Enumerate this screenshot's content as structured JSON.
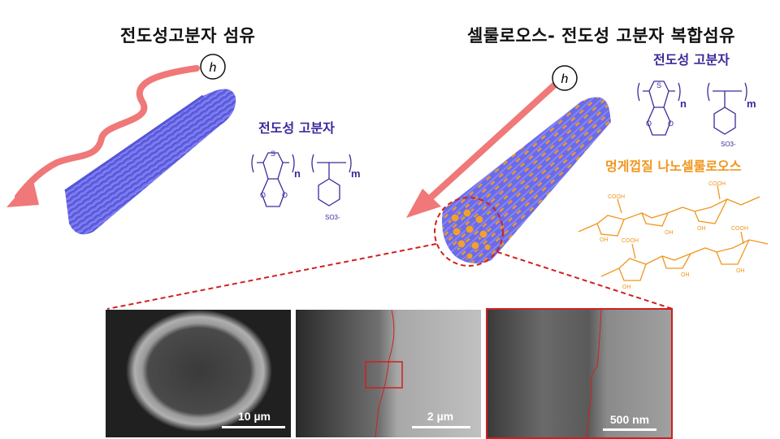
{
  "left": {
    "title": "전도성고분자 섬유",
    "polymer_label": "전도성 고분자",
    "light_symbol": "h"
  },
  "right": {
    "title": "셀룰로오스- 전도성 고분자 복합섬유",
    "polymer_label": "전도성 고분자",
    "cellulose_label": "멍게껍질 나노셀룰로오스",
    "light_symbol": "h"
  },
  "chem": {
    "S": "S",
    "O": "O",
    "n": "n",
    "m": "m",
    "so3": "SO3-",
    "cooh": "COOH",
    "oh": "OH"
  },
  "sem": {
    "panels": [
      {
        "scale": "10 µm"
      },
      {
        "scale": "2 µm"
      },
      {
        "scale": "500 nm"
      }
    ]
  },
  "colors": {
    "polymer": "#6a6ae8",
    "cellulose": "#f0a030",
    "arrow": "#f08080",
    "label_purple": "#3a2a9a",
    "label_orange": "#f0961e",
    "dashed": "#d02020"
  }
}
